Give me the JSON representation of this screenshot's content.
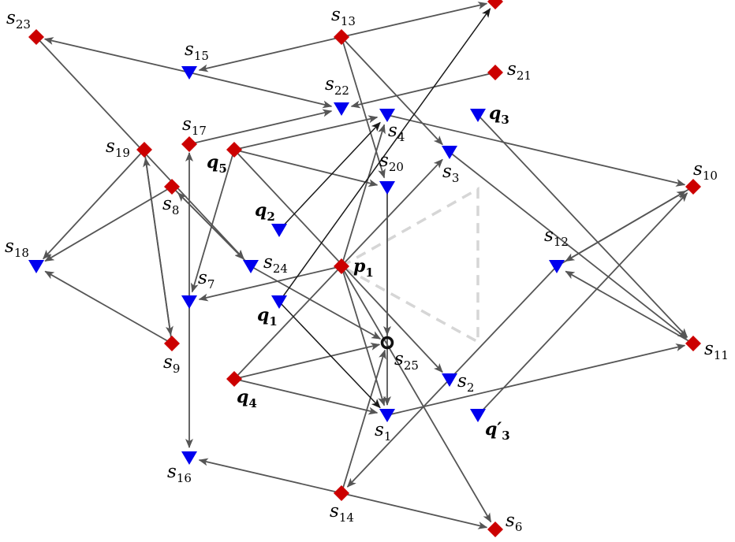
{
  "colors": {
    "red_node": "#cc0000",
    "blue_node": "#0000ee",
    "edge": "#555555",
    "guide": "#d6d6d6"
  },
  "nodes": [
    {
      "id": "s1",
      "kind": "blue",
      "base": "s",
      "sub": "1",
      "bold": false
    },
    {
      "id": "s2",
      "kind": "blue",
      "base": "s",
      "sub": "2",
      "bold": false
    },
    {
      "id": "s3",
      "kind": "blue",
      "base": "s",
      "sub": "3",
      "bold": false
    },
    {
      "id": "s4",
      "kind": "blue",
      "base": "s",
      "sub": "4",
      "bold": false
    },
    {
      "id": "s6",
      "kind": "red",
      "base": "s",
      "sub": "6",
      "bold": false
    },
    {
      "id": "s7",
      "kind": "blue",
      "base": "s",
      "sub": "7",
      "bold": false
    },
    {
      "id": "s8",
      "kind": "red",
      "base": "s",
      "sub": "8",
      "bold": false
    },
    {
      "id": "s9",
      "kind": "red",
      "base": "s",
      "sub": "9",
      "bold": false
    },
    {
      "id": "s10",
      "kind": "red",
      "base": "s",
      "sub": "10",
      "bold": false
    },
    {
      "id": "s11",
      "kind": "red",
      "base": "s",
      "sub": "11",
      "bold": false
    },
    {
      "id": "s12",
      "kind": "blue",
      "base": "s",
      "sub": "12",
      "bold": false
    },
    {
      "id": "s13",
      "kind": "red",
      "base": "s",
      "sub": "13",
      "bold": false
    },
    {
      "id": "s14",
      "kind": "red",
      "base": "s",
      "sub": "14",
      "bold": false
    },
    {
      "id": "s15",
      "kind": "blue",
      "base": "s",
      "sub": "15",
      "bold": false
    },
    {
      "id": "s16",
      "kind": "blue",
      "base": "s",
      "sub": "16",
      "bold": false
    },
    {
      "id": "s17",
      "kind": "red",
      "base": "s",
      "sub": "17",
      "bold": false
    },
    {
      "id": "s18",
      "kind": "blue",
      "base": "s",
      "sub": "18",
      "bold": false
    },
    {
      "id": "s19",
      "kind": "red",
      "base": "s",
      "sub": "19",
      "bold": false
    },
    {
      "id": "s20",
      "kind": "blue",
      "base": "s",
      "sub": "20",
      "bold": false
    },
    {
      "id": "s21",
      "kind": "red",
      "base": "s",
      "sub": "21",
      "bold": false
    },
    {
      "id": "s22",
      "kind": "blue",
      "base": "s",
      "sub": "22",
      "bold": false
    },
    {
      "id": "s23",
      "kind": "red",
      "base": "s",
      "sub": "23",
      "bold": false
    },
    {
      "id": "s24",
      "kind": "blue",
      "base": "s",
      "sub": "24",
      "bold": false
    },
    {
      "id": "s25",
      "kind": "ring",
      "base": "s",
      "sub": "25",
      "bold": false
    },
    {
      "id": "sTop",
      "kind": "red",
      "base": "",
      "sub": "",
      "bold": false
    },
    {
      "id": "p1",
      "kind": "red",
      "base": "p",
      "sub": "1",
      "bold": true
    },
    {
      "id": "q1",
      "kind": "blue",
      "base": "q",
      "sub": "1",
      "bold": true
    },
    {
      "id": "q2",
      "kind": "blue",
      "base": "q",
      "sub": "2",
      "bold": true
    },
    {
      "id": "q3",
      "kind": "blue",
      "base": "q",
      "sub": "3",
      "bold": true
    },
    {
      "id": "q3p",
      "kind": "blue",
      "base": "q′",
      "sub": "3",
      "bold": true
    },
    {
      "id": "q4",
      "kind": "red",
      "base": "q",
      "sub": "4",
      "bold": true
    },
    {
      "id": "q5",
      "kind": "red",
      "base": "q",
      "sub": "5",
      "bold": true
    }
  ],
  "edges": [
    [
      "s13",
      "sTop"
    ],
    [
      "s13",
      "s15"
    ],
    [
      "s13",
      "s20"
    ],
    [
      "s13",
      "s3"
    ],
    [
      "s15",
      "s23"
    ],
    [
      "s15",
      "s22"
    ],
    [
      "s21",
      "s22"
    ],
    [
      "s17",
      "s22"
    ],
    [
      "s23",
      "s24"
    ],
    [
      "q5",
      "s4"
    ],
    [
      "q5",
      "s20"
    ],
    [
      "q5",
      "s7"
    ],
    [
      "q5",
      "s2"
    ],
    [
      "s4",
      "s10"
    ],
    [
      "s20",
      "s25"
    ],
    [
      "s3",
      "s11"
    ],
    [
      "q3",
      "s11"
    ],
    [
      "s19",
      "s18"
    ],
    [
      "s19",
      "s9"
    ],
    [
      "s9",
      "s19"
    ],
    [
      "s8",
      "s18"
    ],
    [
      "s8",
      "s24"
    ],
    [
      "s24",
      "s8"
    ],
    [
      "s9",
      "s18"
    ],
    [
      "s7",
      "s17"
    ],
    [
      "s7",
      "s16"
    ],
    [
      "p1",
      "s7"
    ],
    [
      "p1",
      "s4"
    ],
    [
      "p1",
      "s1"
    ],
    [
      "p1",
      "s6"
    ],
    [
      "s10",
      "s12"
    ],
    [
      "s12",
      "s10"
    ],
    [
      "s11",
      "s12"
    ],
    [
      "s12",
      "s14"
    ],
    [
      "s14",
      "s16"
    ],
    [
      "s14",
      "s6"
    ],
    [
      "s14",
      "s25"
    ],
    [
      "q4",
      "s25"
    ],
    [
      "q4",
      "s1"
    ],
    [
      "q4",
      "s3"
    ],
    [
      "s1",
      "s11"
    ],
    [
      "q3p",
      "s10"
    ],
    [
      "s24",
      "s25"
    ],
    [
      "s20",
      "s1"
    ]
  ],
  "dark_edges": [
    [
      "q2",
      "s4"
    ],
    [
      "q1",
      "sTop"
    ],
    [
      "q1",
      "s1"
    ]
  ],
  "guide_triangle": [
    "p1",
    "guideA",
    "guideB"
  ]
}
